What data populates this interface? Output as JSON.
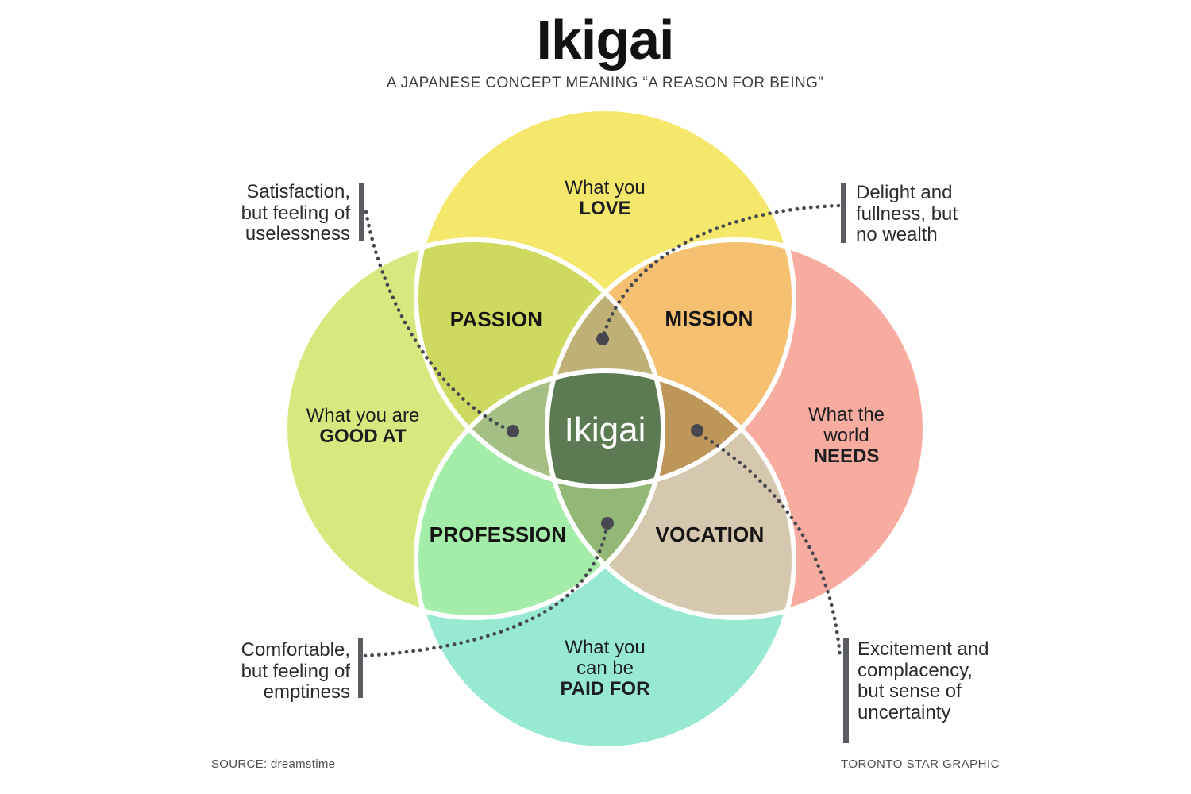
{
  "header": {
    "title": "Ikigai",
    "subtitle": "A JAPANESE CONCEPT MEANING “A REASON FOR BEING”"
  },
  "venn": {
    "outline_color": "#ffffff",
    "center": {
      "label": "Ikigai",
      "color": "#5c7b52",
      "text_color": "#ffffff"
    },
    "circles": {
      "love": {
        "pre": "What you",
        "bold": "LOVE",
        "color": "#f5e76c"
      },
      "good_at": {
        "pre": "What you are",
        "bold": "GOOD AT",
        "color": "#d9e87e"
      },
      "needs": {
        "pre": "What the\nworld",
        "bold": "NEEDS",
        "color": "#f8aca0"
      },
      "paid_for": {
        "pre": "What you\ncan be",
        "bold": "PAID FOR",
        "color": "#98e9d2"
      }
    },
    "overlaps": {
      "passion": {
        "label": "PASSION",
        "color": "#cdda5f"
      },
      "mission": {
        "label": "MISSION",
        "color": "#f5c170"
      },
      "profession": {
        "label": "PROFESSION",
        "color": "#a4eda9"
      },
      "vocation": {
        "label": "VOCATION",
        "color": "#d5c8af"
      },
      "love_goodat_needs": {
        "color": "#bfb077"
      },
      "love_paidfor_goodat": {
        "color": "#a3bf83"
      },
      "love_paidfor_needs": {
        "color": "#bf9659"
      },
      "paidfor_goodat_needs": {
        "color": "#93b875"
      }
    }
  },
  "callouts": {
    "bar_color": "#595d61",
    "dotted_color": "#46474f",
    "top_left": {
      "text": "Satisfaction,\nbut feeling of\nuselessness"
    },
    "top_right": {
      "text": "Delight and\nfullness, but\nno wealth"
    },
    "bottom_left": {
      "text": "Comfortable,\nbut feeling of\nemptiness"
    },
    "bottom_right": {
      "text": "Excitement and\ncomplacency,\nbut sense of\nuncertainty"
    }
  },
  "footer": {
    "source": "SOURCE: dreamstime",
    "credit": "TORONTO STAR GRAPHIC"
  }
}
